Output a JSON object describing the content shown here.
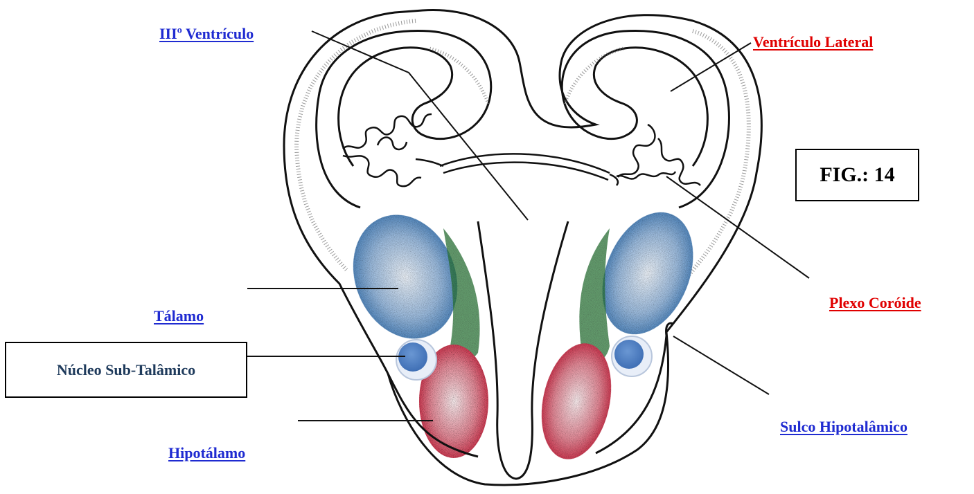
{
  "labels": {
    "terceiro_ventriculo": "IIIº Ventrículo",
    "ventriculo_lateral": "Ventrículo Lateral",
    "plexo_coroide": "Plexo Coróide",
    "talamo": "Tálamo",
    "nucleo_sub_talamico": "Núcleo Sub-Talâmico",
    "hipotalamo": "Hipotálamo",
    "sulco_hipotalamico": "Sulco Hipotalâmico"
  },
  "figure_label": "FIG.: 14",
  "colors": {
    "link_blue": "#1f2bd1",
    "link_red": "#e00000",
    "box_text": "#1f3b5c",
    "thalamus": "#2f6fb0",
    "hypothalamus": "#d21f3a",
    "zona_green": "#2d7a3a",
    "nucleus_dot": "#4a7cc0"
  }
}
